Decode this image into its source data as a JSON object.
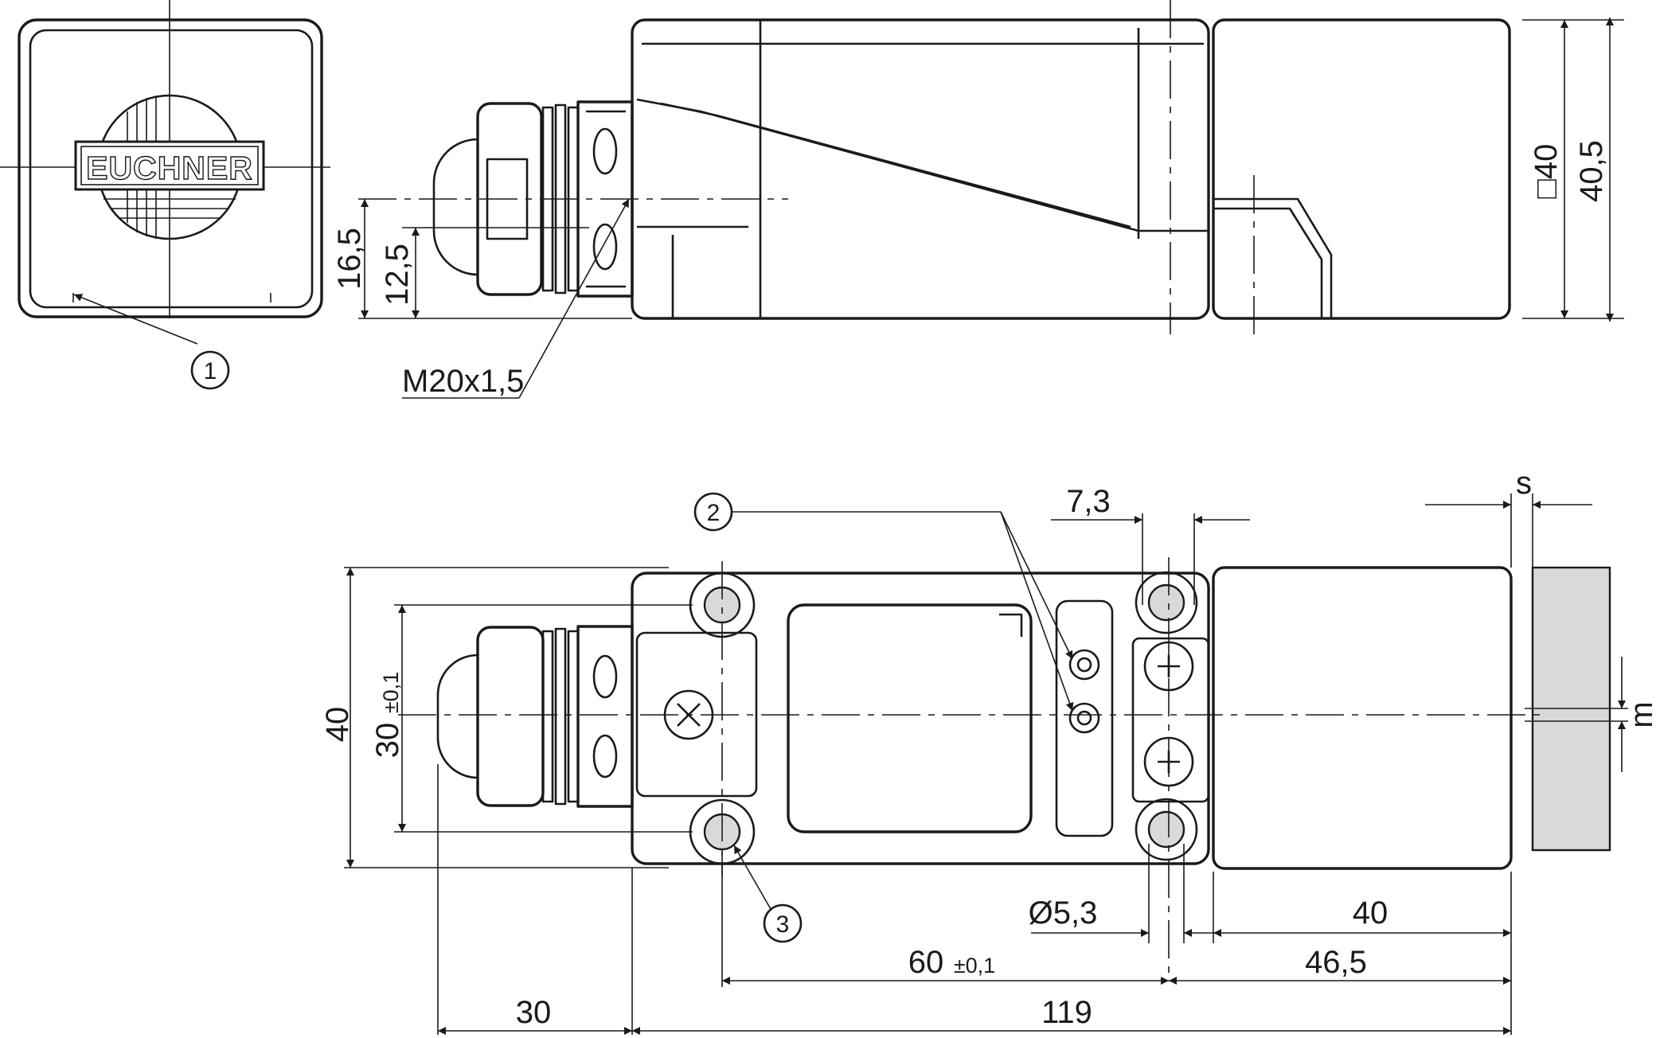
{
  "brand": {
    "logo_text": "EUCHNER"
  },
  "callouts": [
    "1",
    "2",
    "3"
  ],
  "thread_label": "M20x1,5",
  "dimensions": {
    "height_16_5": "16,5",
    "height_12_5": "12,5",
    "square_40": "□40",
    "height_40_5": "40,5",
    "width_7_3": "7,3",
    "gap_s": "s",
    "height_40": "40",
    "hole_spacing": "30",
    "hole_spacing_tol": "±0,1",
    "hole_diameter": "Ø5,3",
    "head_length": "40",
    "hole_pitch": "60",
    "hole_pitch_tol": "±0,1",
    "offset_46_5": "46,5",
    "cable_gland": "30",
    "total_length": "119",
    "offset_m": "m"
  }
}
